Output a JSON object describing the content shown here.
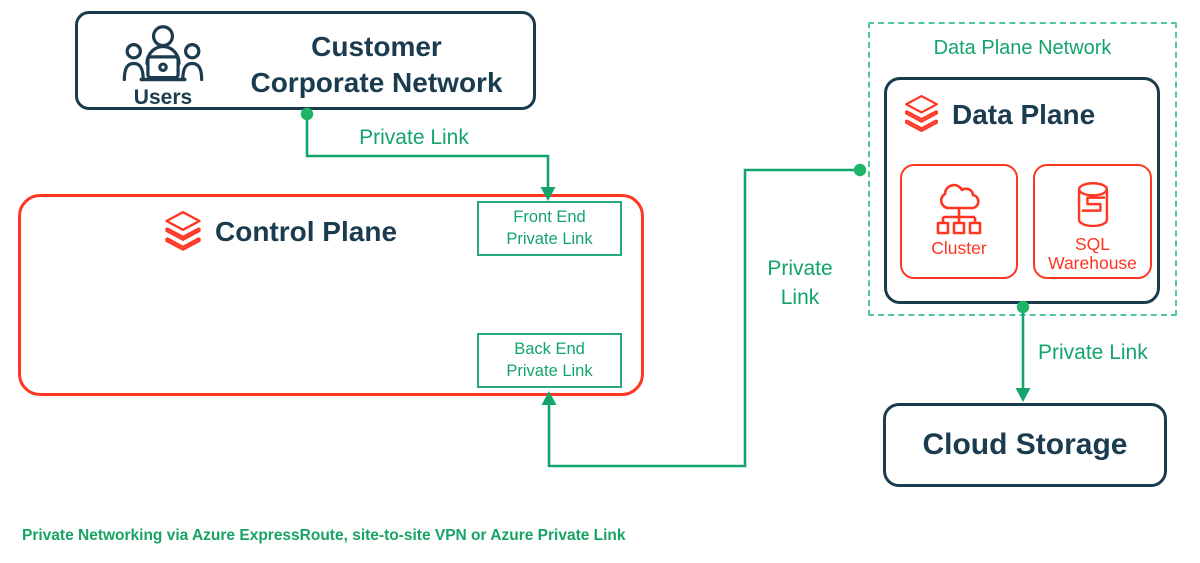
{
  "palette": {
    "navy": "#1B3B4E",
    "red": "#FF3621",
    "green": "#13A46B",
    "green_dot": "#1EB567",
    "green_dashed": "#50C79B"
  },
  "customer_network": {
    "title": [
      "Customer",
      "Corporate Network"
    ],
    "users_label": "Users"
  },
  "control_plane": {
    "title": "Control Plane",
    "front_end": [
      "Front End",
      "Private Link"
    ],
    "back_end": [
      "Back End",
      "Private Link"
    ]
  },
  "data_plane_network": {
    "title": "Data Plane Network",
    "data_plane": {
      "title": "Data Plane",
      "cluster_label": "Cluster",
      "sql_warehouse": [
        "SQL",
        "Warehouse"
      ]
    }
  },
  "cloud_storage": {
    "title": "Cloud Storage"
  },
  "connector_labels": {
    "front_end_link": "Private Link",
    "back_end_link": [
      "Private",
      "Link"
    ],
    "storage_link": "Private Link"
  },
  "caption": "Private Networking via Azure ExpressRoute, site-to-site VPN or Azure Private Link"
}
